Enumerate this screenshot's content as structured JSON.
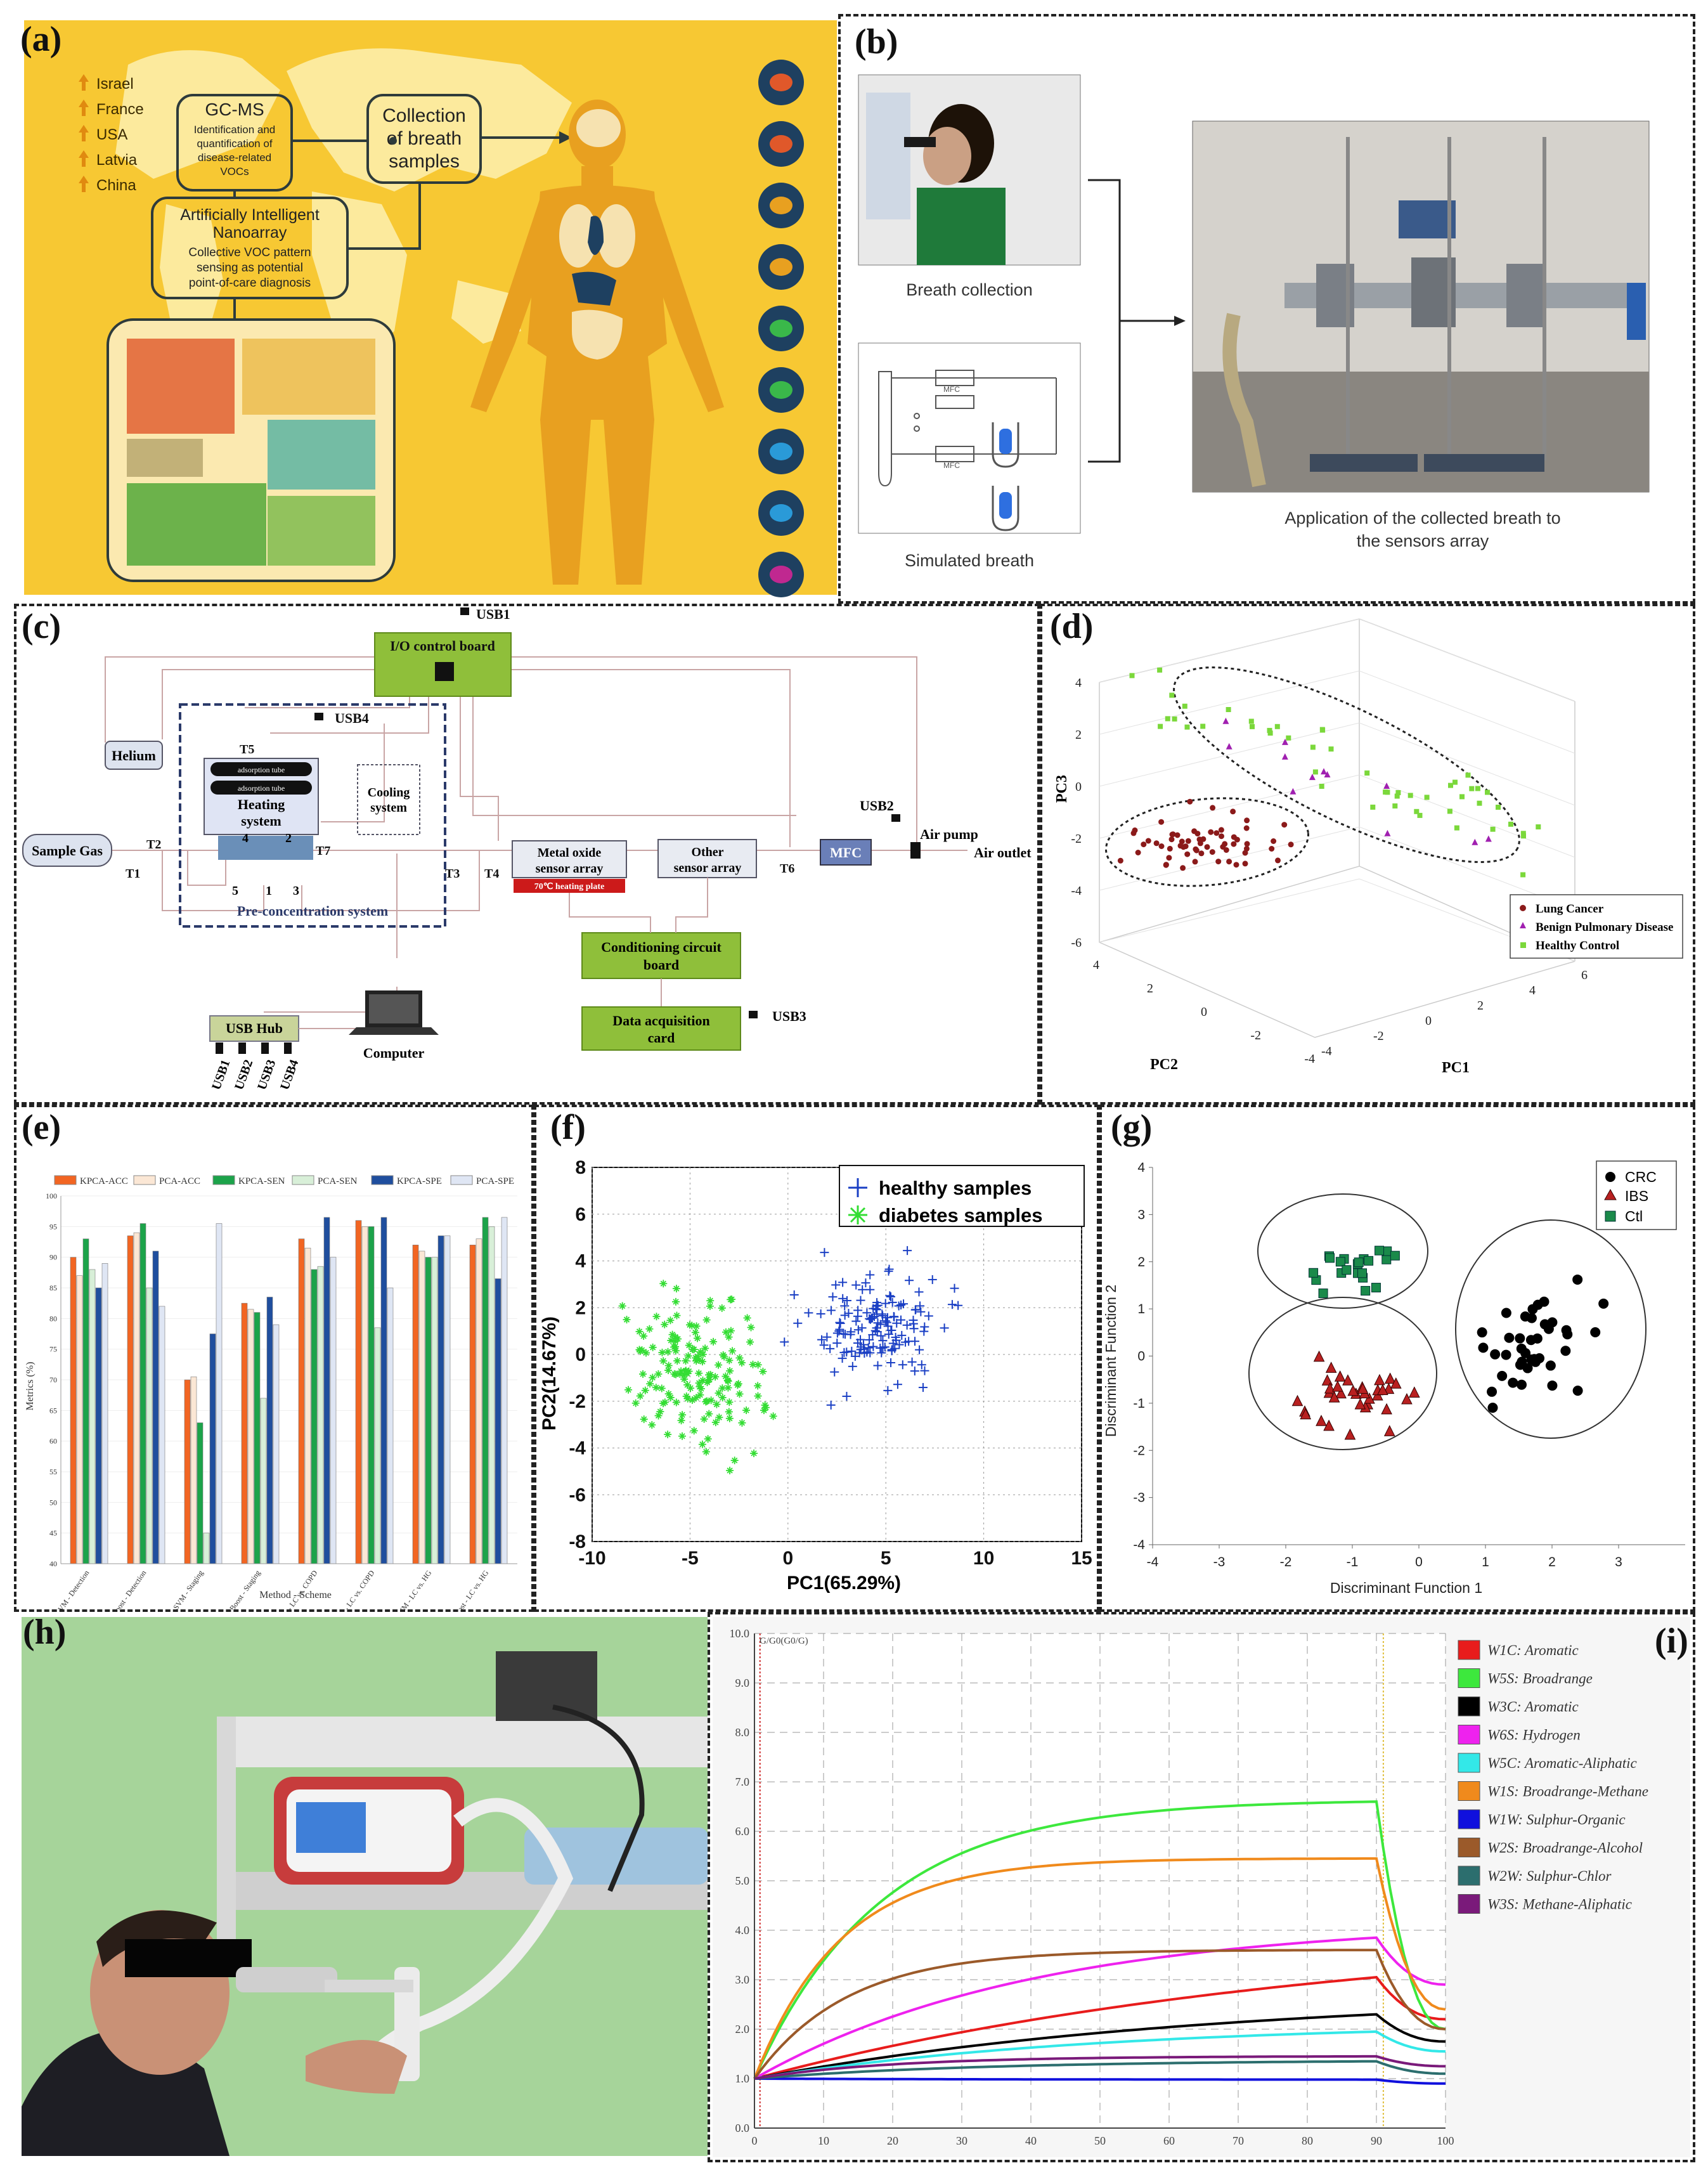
{
  "panels": {
    "a": {
      "label": "(a)",
      "countries": [
        "Israel",
        "France",
        "USA",
        "Latvia",
        "China"
      ],
      "gcms_title": "GC-MS",
      "gcms_desc": [
        "Identification and",
        "quantification of",
        "disease-related",
        "VOCs"
      ],
      "collection": [
        "Collection",
        "of breath",
        "samples"
      ],
      "nano_title": [
        "Artificially Intelligent",
        "Nanoarray"
      ],
      "nano_desc": [
        "Collective VOC pattern",
        "sensing as potential",
        "point-of-care diagnosis"
      ],
      "organ_icons": [
        "liver-icon",
        "heart-icon",
        "brain-icon",
        "kidney-icon",
        "intestine-icon",
        "lung-icon",
        "stomach-icon",
        "pancreas-icon",
        "organ-icon"
      ]
    },
    "b": {
      "label": "(b)",
      "breath_collection": "Breath collection",
      "simulated_breath": "Simulated breath",
      "application": [
        "Application of the collected breath to",
        "the sensors array"
      ],
      "mfc": "MFC"
    },
    "c": {
      "label": "(c)",
      "usb1": "USB1",
      "usb2": "USB2",
      "usb3": "USB3",
      "usb4": "USB4",
      "io_board": "I/O control board",
      "helium": "Helium",
      "sample_gas": "Sample Gas",
      "t1": "T1",
      "t2": "T2",
      "t3": "T3",
      "t4": "T4",
      "t5": "T5",
      "t6": "T6",
      "t7": "T7",
      "tube": "adsorption tube",
      "heating": [
        "Heating",
        "system"
      ],
      "cooling": [
        "Cooling",
        "system"
      ],
      "ports": [
        "4",
        "2",
        "5",
        "1",
        "3"
      ],
      "preconc": "Pre-concentration system",
      "metal_oxide": [
        "Metal oxide",
        "sensor array"
      ],
      "heating_plate": "70℃ heating plate",
      "other_sensor": [
        "Other",
        "sensor array"
      ],
      "mfc": "MFC",
      "air_pump": "Air pump",
      "air_outlet": "Air outlet",
      "conditioning": [
        "Conditioning circuit",
        "board"
      ],
      "daq": [
        "Data acquisition",
        "card"
      ],
      "usb_hub": "USB Hub",
      "computer": "Computer"
    },
    "d": {
      "label": "(d)",
      "legend": [
        "Lung Cancer",
        "Benign Pulmonary Disease",
        "Healthy Control"
      ],
      "colors": [
        "#8b1a1a",
        "#a020b0",
        "#7bd83b"
      ]
    },
    "e": {
      "label": "(e)",
      "legend": [
        "KPCA-ACC",
        "PCA-ACC",
        "KPCA-SEN",
        "PCA-SEN",
        "KPCA-SPE",
        "PCA-SPE"
      ]
    },
    "f": {
      "label": "(f)"
    },
    "g": {
      "label": "(g)"
    },
    "h": {
      "label": "(h)"
    },
    "i": {
      "label": "(i)"
    }
  },
  "chart_data": [
    {
      "id": "d",
      "type": "scatter",
      "title": "",
      "xlabel": "PC1",
      "ylabel": "PC2",
      "zlabel": "PC3",
      "x_ticks": [
        "-4",
        "-2",
        "0",
        "2",
        "4",
        "6"
      ],
      "y_ticks": [
        "-4",
        "-2",
        "0",
        "2",
        "4"
      ],
      "z_ticks": [
        "4",
        "2",
        "0",
        "-2",
        "-4",
        "-6"
      ],
      "series": [
        {
          "name": "Lung Cancer",
          "color": "#8b1a1a"
        },
        {
          "name": "Benign Pulmonary Disease",
          "color": "#a020b0"
        },
        {
          "name": "Healthy Control",
          "color": "#7bd83b"
        }
      ]
    },
    {
      "id": "e",
      "type": "bar",
      "xlabel": "Method - Scheme",
      "ylabel": "Metrics (%)",
      "ylim": [
        40,
        100
      ],
      "yticks": [
        40,
        45,
        50,
        55,
        60,
        65,
        70,
        75,
        80,
        85,
        90,
        95,
        100
      ],
      "categories": [
        "SVM - Detection",
        "XGBoost - Detection",
        "SVM - Staging",
        "XGBoost - Staging",
        "SVM - LC vs. COPD",
        "XGBoost - LC vs. COPD",
        "SVM - LC vs. HG",
        "XGBoost - LC vs. HG"
      ],
      "series": [
        {
          "name": "KPCA-ACC",
          "color": "#f26522",
          "values": [
            90,
            93.5,
            70,
            82.5,
            93,
            96,
            92,
            92
          ]
        },
        {
          "name": "PCA-ACC",
          "color": "#fbe7d5",
          "values": [
            87,
            94,
            70.5,
            81.5,
            91.5,
            95,
            91,
            93
          ]
        },
        {
          "name": "KPCA-SEN",
          "color": "#1ca34a",
          "values": [
            93,
            95.5,
            63,
            81,
            88,
            95,
            90,
            96.5
          ]
        },
        {
          "name": "PCA-SEN",
          "color": "#d8efd8",
          "values": [
            88,
            85,
            45,
            67,
            88.5,
            78.5,
            90,
            95
          ]
        },
        {
          "name": "KPCA-SPE",
          "color": "#1f4e9e",
          "values": [
            85,
            91,
            77.5,
            83.5,
            96.5,
            96.5,
            93.5,
            86.5
          ]
        },
        {
          "name": "PCA-SPE",
          "color": "#dfe6f4",
          "values": [
            89,
            82,
            95.5,
            79,
            90,
            85,
            93.5,
            96.5
          ]
        }
      ]
    },
    {
      "id": "f",
      "type": "scatter",
      "xlabel": "PC1(65.29%)",
      "ylabel": "PC2(14.67%)",
      "xlim": [
        -10,
        15
      ],
      "ylim": [
        -8,
        8
      ],
      "xticks": [
        -10,
        -5,
        0,
        5,
        10,
        15
      ],
      "yticks": [
        -8,
        -6,
        -4,
        -2,
        0,
        2,
        4,
        6,
        8
      ],
      "series": [
        {
          "name": "healthy samples",
          "color": "#1a3fc4"
        },
        {
          "name": "diabetes samples",
          "color": "#33dd33"
        }
      ]
    },
    {
      "id": "g",
      "type": "scatter",
      "xlabel": "Discriminant Function 1",
      "ylabel": "Discriminant Function 2",
      "xlim": [
        -4,
        4
      ],
      "ylim": [
        -4,
        4
      ],
      "xticks": [
        -4,
        -3,
        -2,
        -1,
        0,
        1,
        2,
        3
      ],
      "yticks": [
        -4,
        -3,
        -2,
        -1,
        0,
        1,
        2,
        3,
        4
      ],
      "series": [
        {
          "name": "CRC",
          "color": "#000000"
        },
        {
          "name": "IBS",
          "color": "#b82020"
        },
        {
          "name": "Ctl",
          "color": "#1a8a4a"
        }
      ]
    },
    {
      "id": "i",
      "type": "line",
      "ylabel": "G/G0(G0/G)",
      "xlim": [
        0,
        100
      ],
      "ylim": [
        0,
        10
      ],
      "xticks": [
        0,
        10,
        20,
        30,
        40,
        50,
        60,
        70,
        80,
        90,
        100
      ],
      "yticks": [
        "0.0",
        "1.0",
        "2.0",
        "3.0",
        "4.0",
        "5.0",
        "6.0",
        "7.0",
        "8.0",
        "9.0",
        "10.0"
      ],
      "series": [
        {
          "name": "W1C: Aromatic",
          "color": "#e81c1c",
          "peak": 3.05,
          "k": 0.012,
          "end": 2.2
        },
        {
          "name": "W5S: Broadrange",
          "color": "#3de83d",
          "peak": 6.6,
          "k": 0.055,
          "end": 2.0
        },
        {
          "name": "W3C: Aromatic",
          "color": "#000000",
          "peak": 2.3,
          "k": 0.015,
          "end": 1.75
        },
        {
          "name": "W6S: Hydrogen",
          "color": "#ee22ee",
          "peak": 3.85,
          "k": 0.025,
          "end": 2.9
        },
        {
          "name": "W5C: Aromatic-Aliphatic",
          "color": "#33e8e8",
          "peak": 1.95,
          "k": 0.02,
          "end": 1.55
        },
        {
          "name": "W1S: Broadrange-Methane",
          "color": "#f08a1c",
          "peak": 5.45,
          "k": 0.08,
          "end": 2.4
        },
        {
          "name": "W1W: Sulphur-Organic",
          "color": "#1010dd",
          "peak": 0.98,
          "k": 0.03,
          "end": 0.9
        },
        {
          "name": "W2S: Broadrange-Alcohol",
          "color": "#9b5a2a",
          "peak": 3.6,
          "k": 0.075,
          "end": 2.0
        },
        {
          "name": "W2W: Sulphur-Chlor",
          "color": "#2c6e6e",
          "peak": 1.35,
          "k": 0.03,
          "end": 1.1
        },
        {
          "name": "W3S: Methane-Aliphatic",
          "color": "#7a1a7a",
          "peak": 1.45,
          "k": 0.05,
          "end": 1.25
        }
      ]
    }
  ]
}
